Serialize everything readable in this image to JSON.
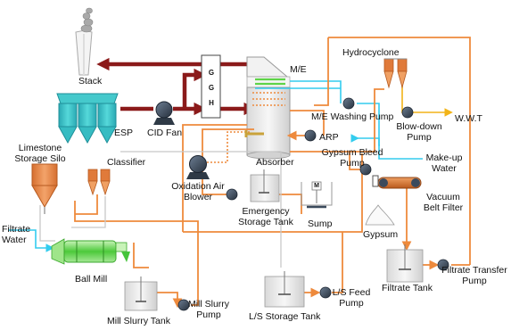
{
  "diagram": {
    "colors": {
      "flue_gas": "#8b1a1a",
      "slurry": "#ee8a3c",
      "water": "#33ccee",
      "wastewater": "#f2b418",
      "pump": "#3b4a5c",
      "tank": "#e6e6e6",
      "silo": "#e8894a",
      "esp": "#3cc6c8",
      "mill": "#5fd348",
      "gypsum_belt": "#d8772e"
    },
    "icons": [
      "stack-icon",
      "smoke-icon",
      "esp-icon",
      "fan-icon",
      "ggh-icon",
      "absorber-icon",
      "mist-eliminator-icon",
      "hydrocyclone-icon",
      "silo-icon",
      "ball-mill-icon",
      "tank-icon",
      "pump-icon",
      "blower-icon",
      "belt-filter-icon",
      "gypsum-pile-icon",
      "mixer-icon"
    ],
    "labels": {
      "stack": "Stack",
      "esp": "ESP",
      "cid_fan": "CID Fan",
      "ggh_g1": "G",
      "ggh_g2": "G",
      "ggh_h": "H",
      "me": "M/E",
      "hydrocyclone": "Hydrocyclone",
      "me_washing_pump": "M/E Washing Pump",
      "wwt": "W.W.T",
      "blowdown_pump": "Blow-down\nPump",
      "arp": "ARP",
      "absorber": "Absorber",
      "gypsum_bleed_pump": "Gypsum Bleed\nPump",
      "makeup_water": "Make-up\nWater",
      "limestone_silo": "Limestone\nStorage Silo",
      "classifier": "Classifier",
      "oxidation_air_blower": "Oxidation Air\nBlower",
      "emergency_tank": "Emergency\nStorage Tank",
      "sump": "Sump",
      "sump_m": "M",
      "vacuum_belt_filter": "Vacuum\nBelt Filter",
      "gypsum": "Gypsum",
      "filtrate_water": "Filtrate\nWater",
      "ball_mill": "Ball Mill",
      "mill_slurry_tank": "Mill Slurry Tank",
      "mill_slurry_pump": "Mill Slurry\nPump",
      "ls_storage_tank": "L/S Storage Tank",
      "ls_feed_pump": "L/S Feed\nPump",
      "filtrate_tank": "Filtrate Tank",
      "filtrate_transfer_pump": "Filtrate Transfer\nPump"
    }
  }
}
